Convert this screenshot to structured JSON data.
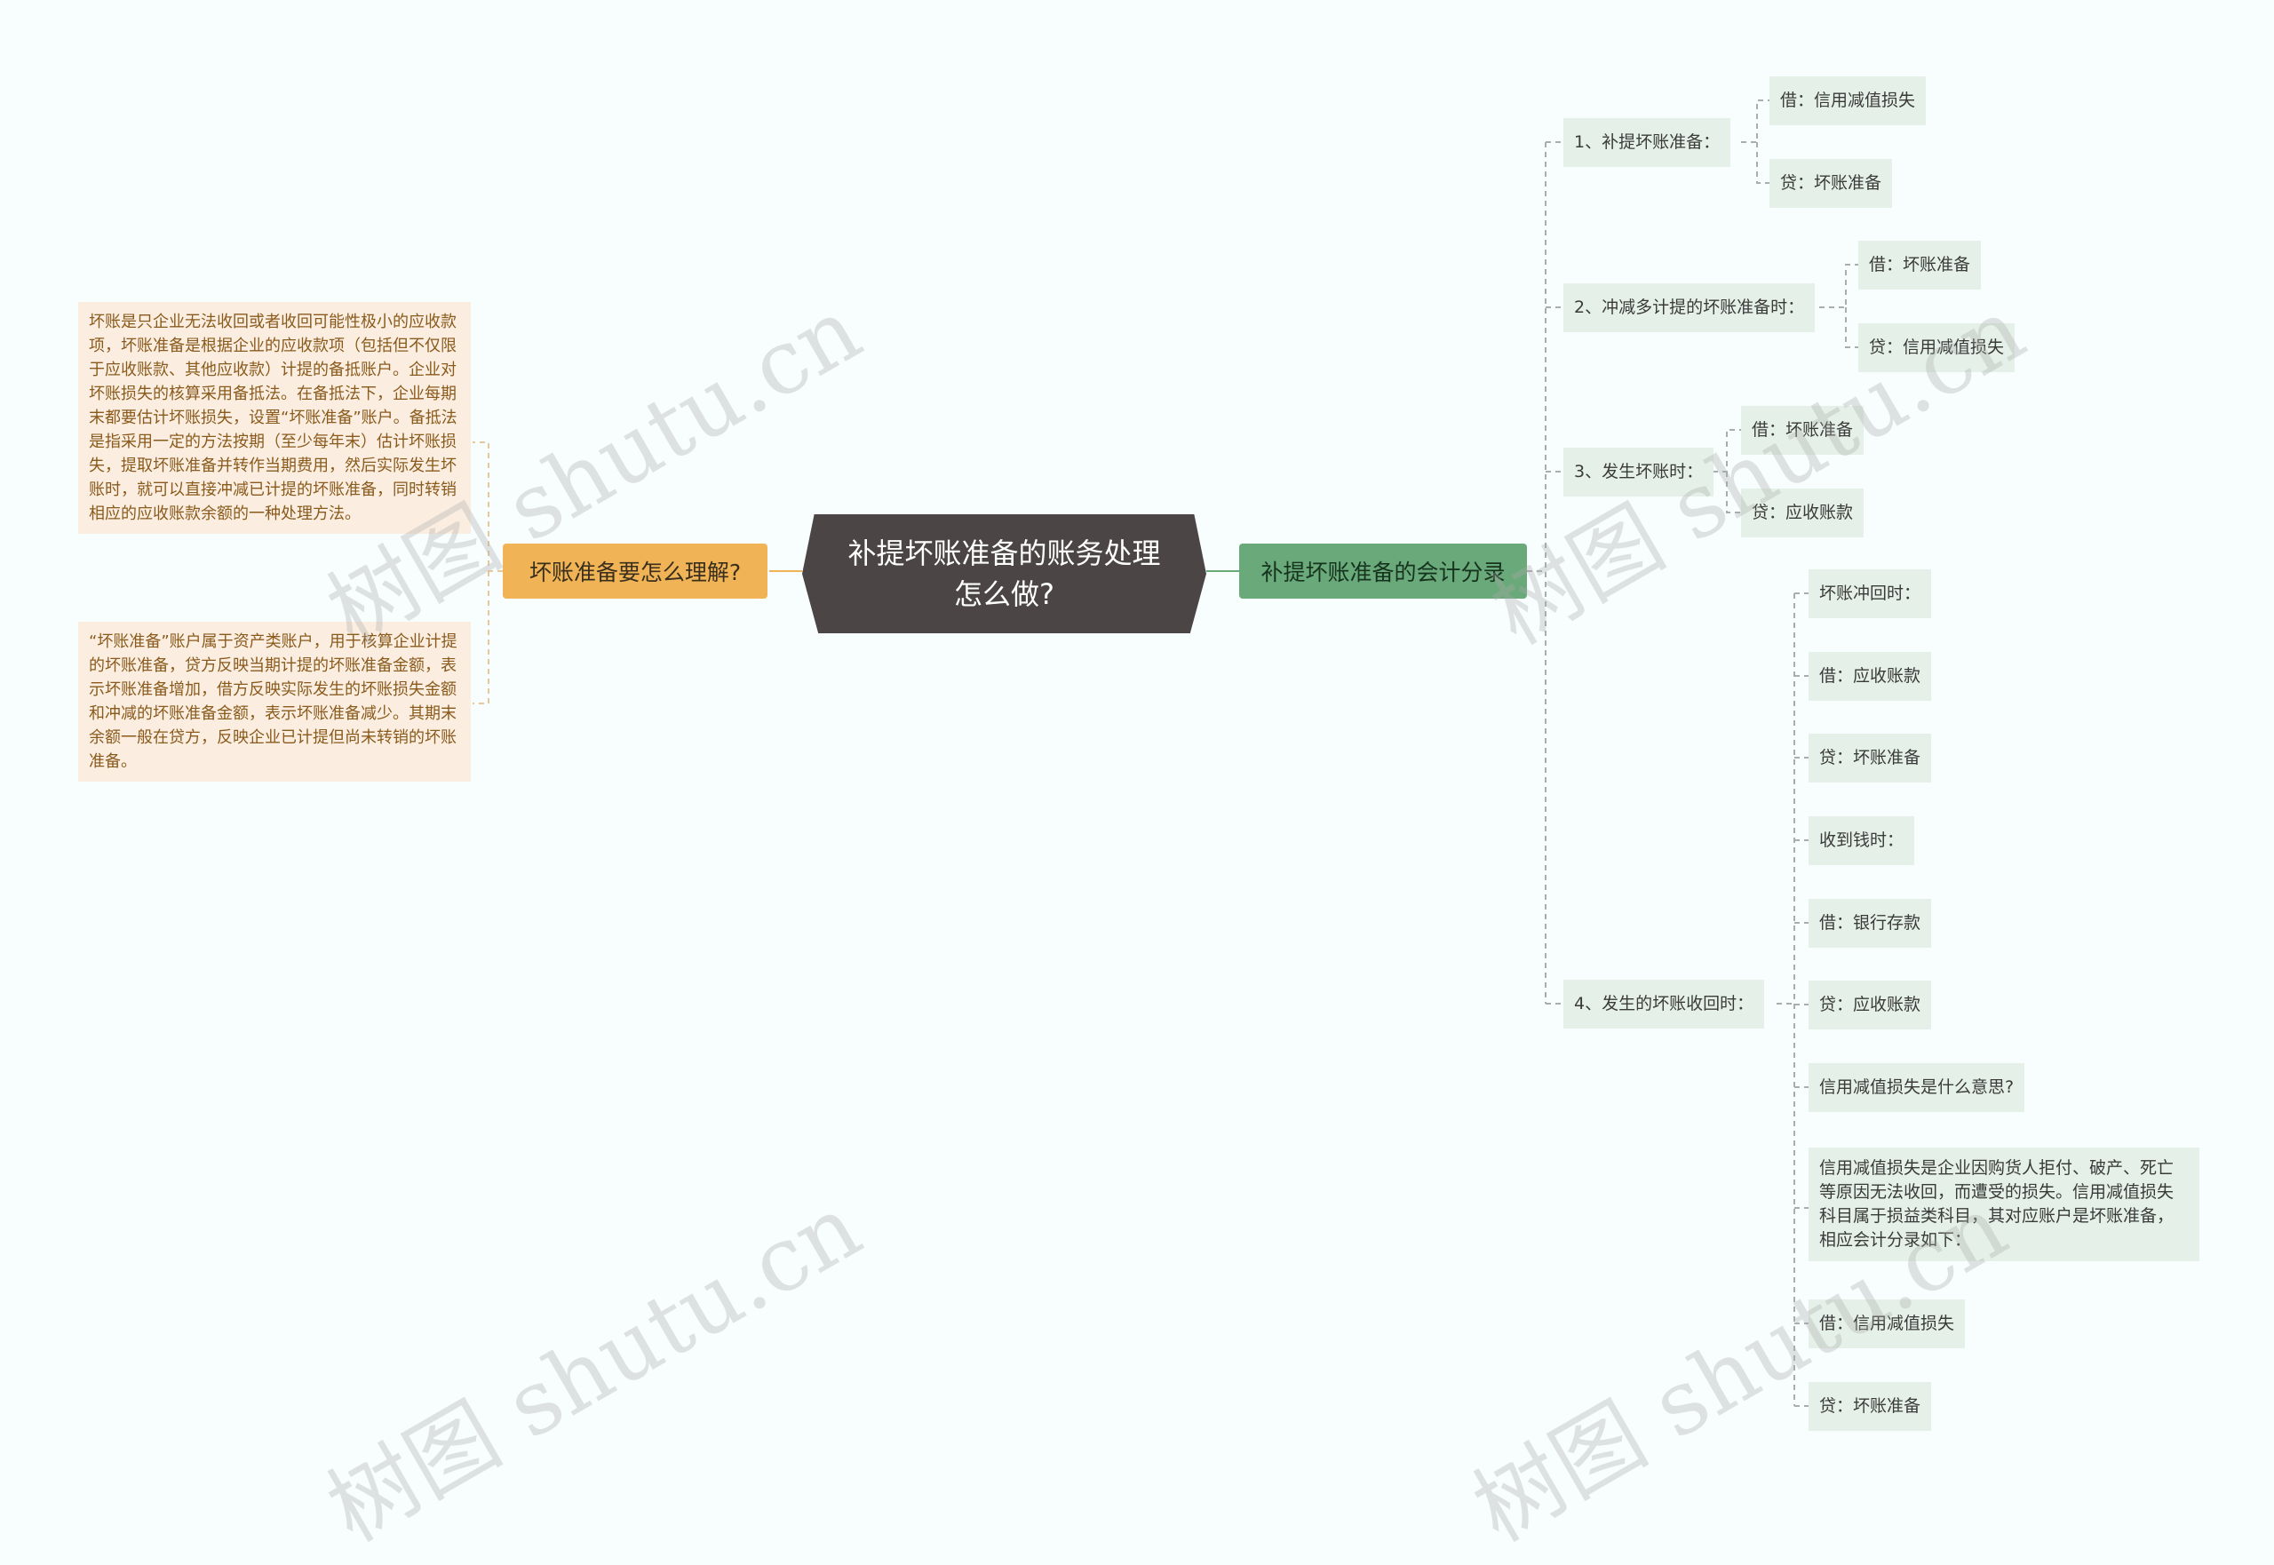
{
  "central": {
    "title": "补提坏账准备的账务处理怎么做?"
  },
  "left_branch": {
    "label": "坏账准备要怎么理解?",
    "notes": [
      "坏账是只企业无法收回或者收回可能性极小的应收款项，坏账准备是根据企业的应收款项（包括但不仅限于应收账款、其他应收款）计提的备抵账户。企业对坏账损失的核算采用备抵法。在备抵法下，企业每期末都要估计坏账损失，设置“坏账准备”账户。备抵法是指采用一定的方法按期（至少每年末）估计坏账损失，提取坏账准备并转作当期费用，然后实际发生坏账时，就可以直接冲减已计提的坏账准备，同时转销相应的应收账款余额的一种处理方法。",
      "“坏账准备”账户属于资产类账户，用于核算企业计提的坏账准备，贷方反映当期计提的坏账准备金额，表示坏账准备增加，借方反映实际发生的坏账损失金额和冲减的坏账准备金额，表示坏账准备减少。其期末余额一般在贷方，反映企业已计提但尚未转销的坏账准备。"
    ]
  },
  "right_branch": {
    "label": "补提坏账准备的会计分录",
    "groups": [
      {
        "label": "1、补提坏账准备：",
        "items": [
          "借：信用减值损失",
          "贷：坏账准备"
        ]
      },
      {
        "label": "2、冲减多计提的坏账准备时：",
        "items": [
          "借：坏账准备",
          "贷：信用减值损失"
        ]
      },
      {
        "label": "3、发生坏账时：",
        "items": [
          "借：坏账准备",
          "贷：应收账款"
        ]
      },
      {
        "label": "4、发生的坏账收回时：",
        "items": [
          "坏账冲回时：",
          "借：应收账款",
          "贷：坏账准备",
          "收到钱时：",
          "借：银行存款",
          "贷：应收账款",
          "信用减值损失是什么意思?",
          "信用减值损失是企业因购货人拒付、破产、死亡等原因无法收回，而遭受的损失。信用减值损失科目属于损益类科目，其对应账户是坏账准备，相应会计分录如下：",
          "借：信用减值损失",
          "贷：坏账准备"
        ]
      }
    ]
  },
  "watermark": "树图 shutu.cn",
  "colors": {
    "background": "#f8fdfd",
    "central": "#4b4545",
    "left_branch": "#f0b457",
    "right_branch": "#6aa97a",
    "note_bg": "#fbeee0",
    "note_text": "#8a5a1c",
    "sub_bg": "#e5f1e8",
    "connector": "#a8aeb0"
  }
}
